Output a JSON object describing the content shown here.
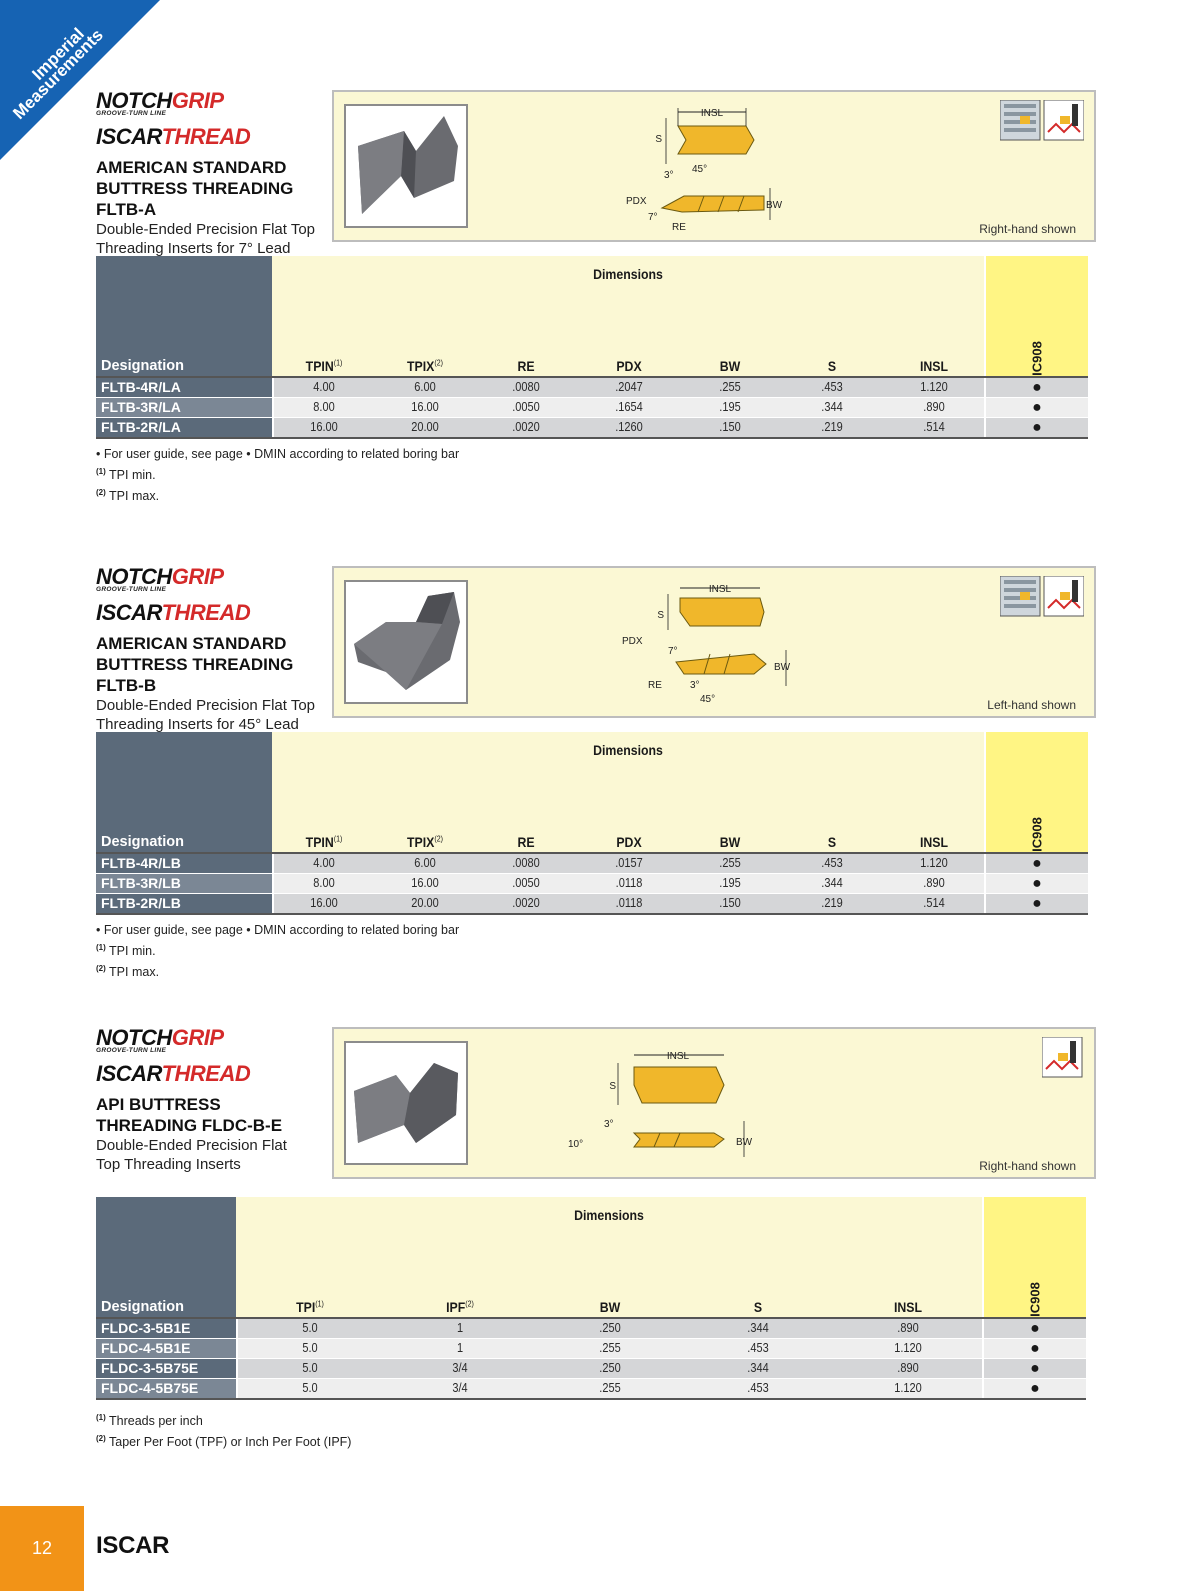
{
  "corner_banner": {
    "line1": "Imperial",
    "line2": "Measurements",
    "color": "#1663b3"
  },
  "logos": {
    "notch": "NOTCH",
    "grip": "GRIP",
    "sub": "GROOVE-TURN LINE",
    "iscar": "ISCAR",
    "thread": "THREAD"
  },
  "sections": [
    {
      "title": [
        "AMERICAN STANDARD",
        "BUTTRESS THREADING",
        "FLTB-A"
      ],
      "subtitle": [
        "Double-Ended Precision Flat Top",
        "Threading Inserts for 7° Lead"
      ],
      "handed": "Right-hand shown",
      "diagram_labels": {
        "insl": "INSL",
        "s": "S",
        "pdx": "PDX",
        "bw": "BW",
        "re": "RE",
        "a1": "3°",
        "a2": "45°",
        "a3": "7°"
      },
      "dimensions_label": "Dimensions",
      "designation_label": "Designation",
      "grade": "IC908",
      "columns": [
        {
          "label": "TPIN",
          "sup": "(1)"
        },
        {
          "label": "TPIX",
          "sup": "(2)"
        },
        {
          "label": "RE",
          "sup": ""
        },
        {
          "label": "PDX",
          "sup": ""
        },
        {
          "label": "BW",
          "sup": ""
        },
        {
          "label": "S",
          "sup": ""
        },
        {
          "label": "INSL",
          "sup": ""
        }
      ],
      "rows": [
        {
          "designation": "FLTB-4R/LA",
          "values": [
            "4.00",
            "6.00",
            ".0080",
            ".2047",
            ".255",
            ".453",
            "1.120"
          ],
          "grade": "●"
        },
        {
          "designation": "FLTB-3R/LA",
          "values": [
            "8.00",
            "16.00",
            ".0050",
            ".1654",
            ".195",
            ".344",
            ".890"
          ],
          "grade": "●"
        },
        {
          "designation": "FLTB-2R/LA",
          "values": [
            "16.00",
            "20.00",
            ".0020",
            ".1260",
            ".150",
            ".219",
            ".514"
          ],
          "grade": "●"
        }
      ],
      "notes": [
        "• For user guide, see page   • DMIN according to related boring bar"
      ],
      "footnotes": [
        {
          "sup": "(1)",
          "text": "TPI min."
        },
        {
          "sup": "(2)",
          "text": "TPI max."
        }
      ]
    },
    {
      "title": [
        "AMERICAN STANDARD",
        "BUTTRESS THREADING",
        "FLTB-B"
      ],
      "subtitle": [
        "Double-Ended Precision Flat Top",
        "Threading Inserts for 45° Lead"
      ],
      "handed": "Left-hand shown",
      "diagram_labels": {
        "insl": "INSL",
        "s": "S",
        "pdx": "PDX",
        "bw": "BW",
        "re": "RE",
        "a1": "7°",
        "a2": "3°",
        "a3": "45°"
      },
      "dimensions_label": "Dimensions",
      "designation_label": "Designation",
      "grade": "IC908",
      "columns": [
        {
          "label": "TPIN",
          "sup": "(1)"
        },
        {
          "label": "TPIX",
          "sup": "(2)"
        },
        {
          "label": "RE",
          "sup": ""
        },
        {
          "label": "PDX",
          "sup": ""
        },
        {
          "label": "BW",
          "sup": ""
        },
        {
          "label": "S",
          "sup": ""
        },
        {
          "label": "INSL",
          "sup": ""
        }
      ],
      "rows": [
        {
          "designation": "FLTB-4R/LB",
          "values": [
            "4.00",
            "6.00",
            ".0080",
            ".0157",
            ".255",
            ".453",
            "1.120"
          ],
          "grade": "●"
        },
        {
          "designation": "FLTB-3R/LB",
          "values": [
            "8.00",
            "16.00",
            ".0050",
            ".0118",
            ".195",
            ".344",
            ".890"
          ],
          "grade": "●"
        },
        {
          "designation": "FLTB-2R/LB",
          "values": [
            "16.00",
            "20.00",
            ".0020",
            ".0118",
            ".150",
            ".219",
            ".514"
          ],
          "grade": "●"
        }
      ],
      "notes": [
        "• For user guide, see page   • DMIN according to related boring bar"
      ],
      "footnotes": [
        {
          "sup": "(1)",
          "text": "TPI min."
        },
        {
          "sup": "(2)",
          "text": "TPI max."
        }
      ]
    },
    {
      "title": [
        "API BUTTRESS",
        "THREADING FLDC-B-E"
      ],
      "subtitle": [
        "Double-Ended Precision Flat",
        "Top Threading Inserts"
      ],
      "handed": "Right-hand shown",
      "diagram_labels": {
        "insl": "INSL",
        "s": "S",
        "bw": "BW",
        "a1": "3°",
        "a2": "10°"
      },
      "dimensions_label": "Dimensions",
      "designation_label": "Designation",
      "grade": "IC908",
      "columns": [
        {
          "label": "TPI",
          "sup": "(1)"
        },
        {
          "label": "IPF",
          "sup": "(2)"
        },
        {
          "label": "BW",
          "sup": ""
        },
        {
          "label": "S",
          "sup": ""
        },
        {
          "label": "INSL",
          "sup": ""
        }
      ],
      "rows": [
        {
          "designation": "FLDC-3-5B1E",
          "values": [
            "5.0",
            "1",
            ".250",
            ".344",
            ".890"
          ],
          "grade": "●"
        },
        {
          "designation": "FLDC-4-5B1E",
          "values": [
            "5.0",
            "1",
            ".255",
            ".453",
            "1.120"
          ],
          "grade": "●"
        },
        {
          "designation": "FLDC-3-5B75E",
          "values": [
            "5.0",
            "3/4",
            ".250",
            ".344",
            ".890"
          ],
          "grade": "●"
        },
        {
          "designation": "FLDC-4-5B75E",
          "values": [
            "5.0",
            "3/4",
            ".255",
            ".453",
            "1.120"
          ],
          "grade": "●"
        }
      ],
      "notes": [],
      "footnotes": [
        {
          "sup": "(1)",
          "text": "Threads per inch"
        },
        {
          "sup": "(2)",
          "text": "Taper Per Foot (TPF) or Inch Per Foot (IPF)"
        }
      ]
    }
  ],
  "footer": {
    "page_number": "12",
    "brand": "ISCAR"
  }
}
